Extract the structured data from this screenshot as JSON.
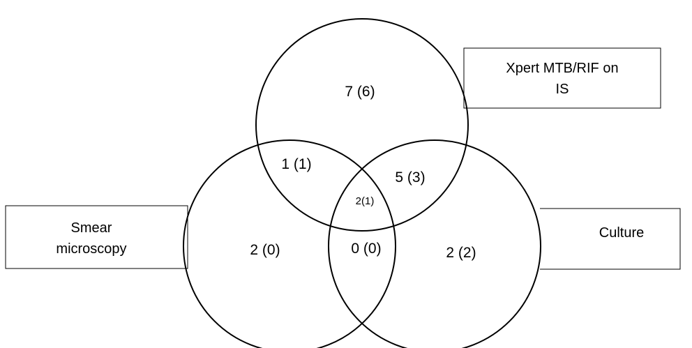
{
  "sets": {
    "xpert": {
      "label_line1": "Xpert MTB/RIF on",
      "label_line2": "IS"
    },
    "smear": {
      "label_line1": "Smear",
      "label_line2": "microscopy"
    },
    "culture": {
      "label_line1": "Culture"
    }
  },
  "regions": {
    "xpert_only": "7 (6)",
    "xpert_smear": "1 (1)",
    "xpert_culture": "5 (3)",
    "all_three": "2(1)",
    "smear_only": "2 (0)",
    "smear_culture": "0 (0)",
    "culture_only": "2 (2)"
  },
  "colors": {
    "stroke": "#000000",
    "background": "#ffffff"
  }
}
